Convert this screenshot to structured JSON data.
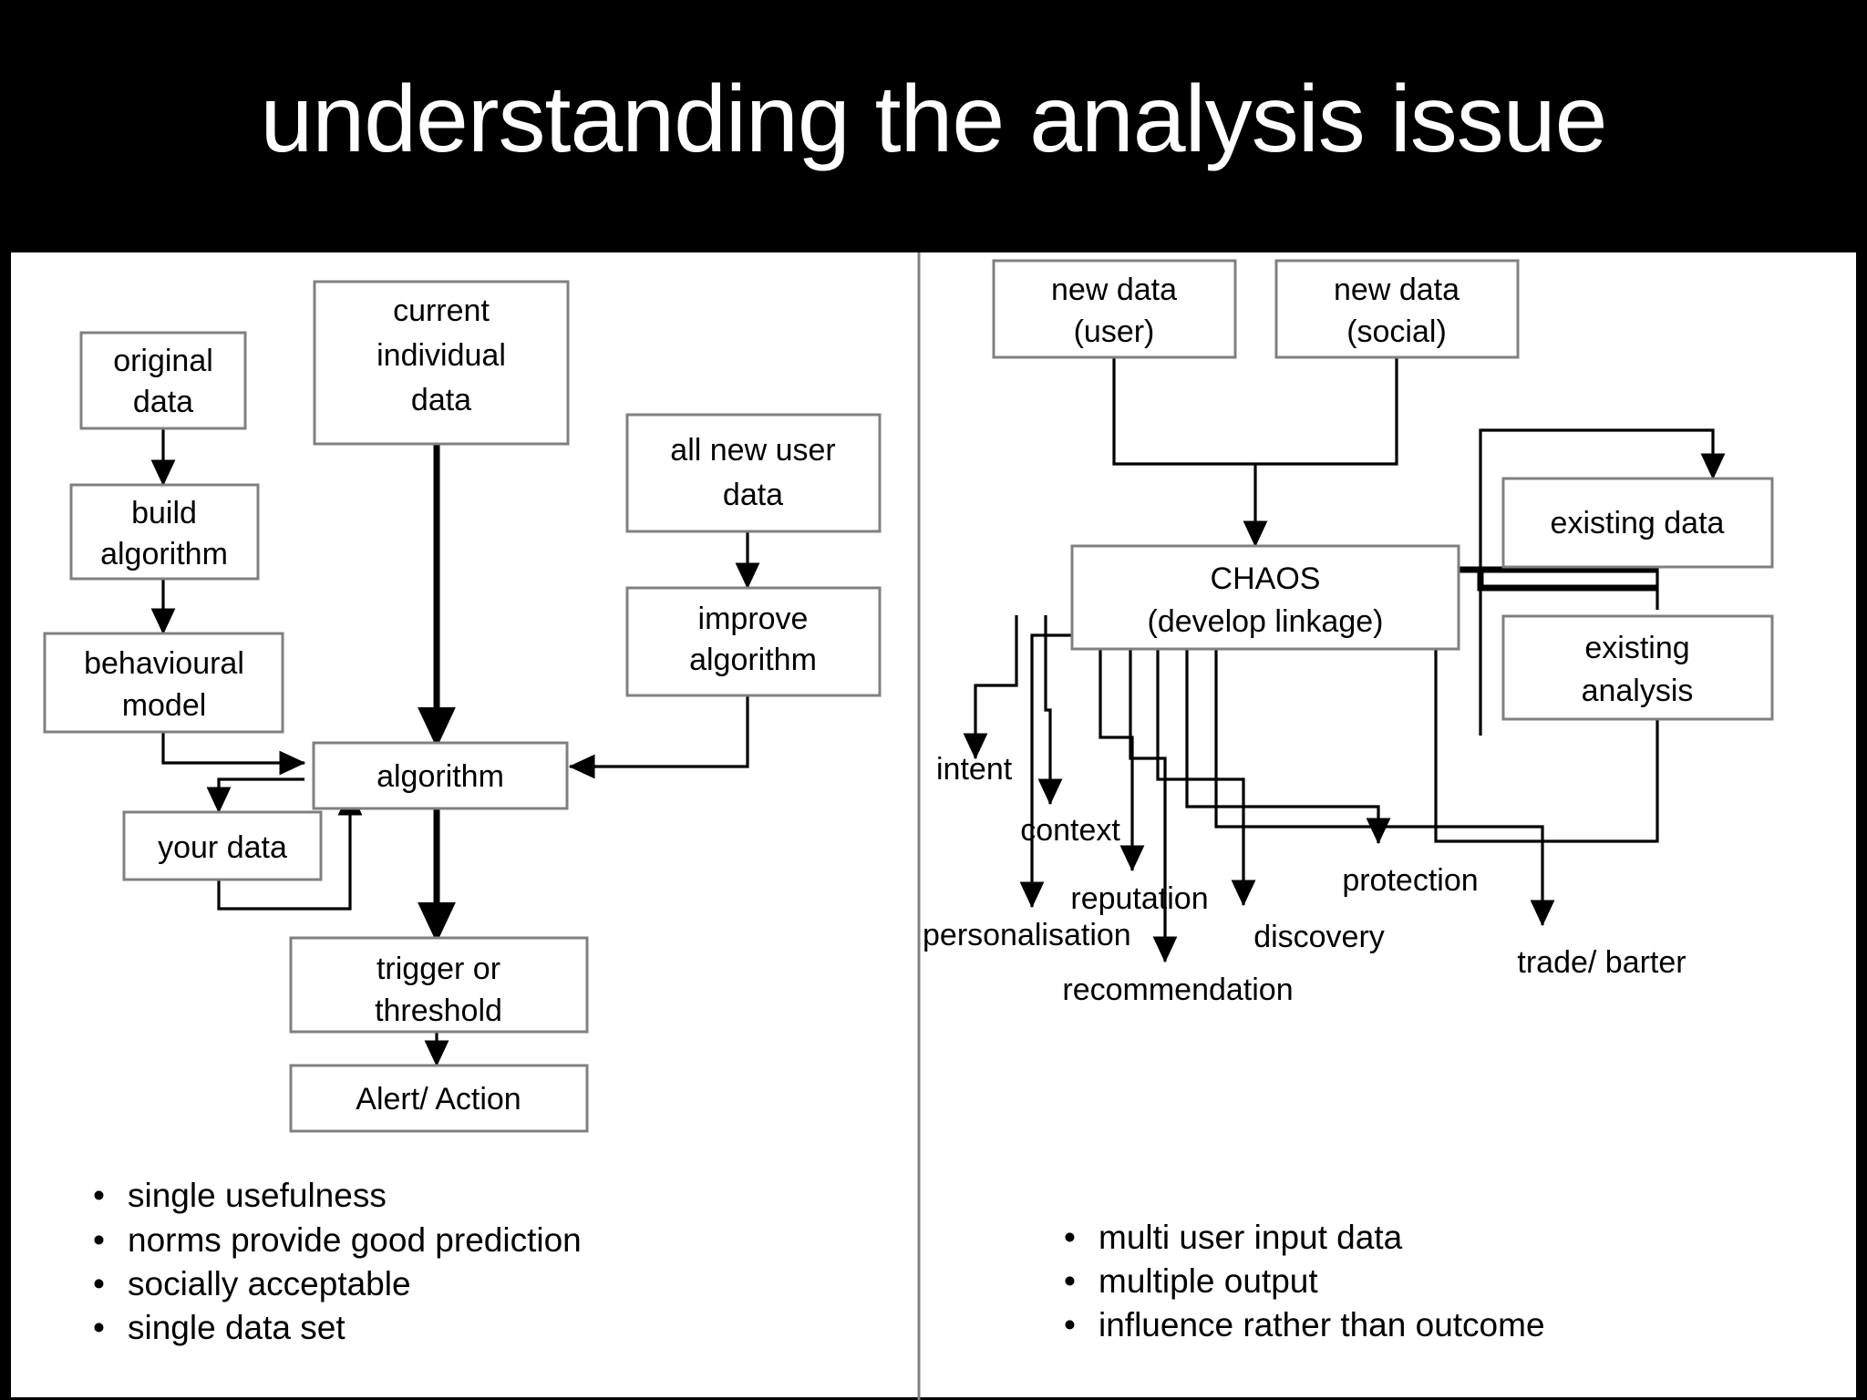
{
  "slide": {
    "title": "understanding the analysis issue",
    "background_color": "#000000",
    "panel_background": "#ffffff",
    "box_border_color": "#808080",
    "text_color": "#000000"
  },
  "left_panel": {
    "boxes": [
      {
        "id": "original-data",
        "label": "original\ndata",
        "line1": "original",
        "line2": "data"
      },
      {
        "id": "current-individual-data",
        "label": "current individual data",
        "line1": "current",
        "line2": "individual",
        "line3": "data"
      },
      {
        "id": "all-new-user-data",
        "label": "all new user data",
        "line1": "all new user",
        "line2": "data"
      },
      {
        "id": "build-algorithm",
        "label": "build algorithm",
        "line1": "build",
        "line2": "algorithm"
      },
      {
        "id": "improve-algorithm",
        "label": "improve algorithm",
        "line1": "improve",
        "line2": "algorithm"
      },
      {
        "id": "behavioural-model",
        "label": "behavioural model",
        "line1": "behavioural",
        "line2": "model"
      },
      {
        "id": "algorithm",
        "label": "algorithm",
        "line1": "algorithm"
      },
      {
        "id": "your-data",
        "label": "your data",
        "line1": "your data"
      },
      {
        "id": "trigger-threshold",
        "label": "trigger or threshold",
        "line1": "trigger or",
        "line2": "threshold"
      },
      {
        "id": "alert-action",
        "label": "Alert/ Action",
        "line1": "Alert/ Action"
      }
    ],
    "bullets": [
      "single usefulness",
      "norms provide good prediction",
      "socially acceptable",
      "single data set"
    ]
  },
  "right_panel": {
    "boxes": [
      {
        "id": "new-data-user",
        "label": "new data (user)",
        "line1": "new data",
        "line2": "(user)"
      },
      {
        "id": "new-data-social",
        "label": "new data (social)",
        "line1": "new data",
        "line2": "(social)"
      },
      {
        "id": "chaos",
        "label": "CHAOS (develop linkage)",
        "line1": "CHAOS",
        "line2": "(develop linkage)"
      },
      {
        "id": "existing-data",
        "label": "existing data",
        "line1": "existing data"
      },
      {
        "id": "existing-analysis",
        "label": "existing analysis",
        "line1": "existing",
        "line2": "analysis"
      }
    ],
    "outputs": [
      "intent",
      "context",
      "personalisation",
      "reputation",
      "recommendation",
      "discovery",
      "protection",
      "trade/ barter"
    ],
    "bullets": [
      "multi user input data",
      "multiple output",
      "influence rather than outcome"
    ]
  },
  "bullet_glyph": "•"
}
